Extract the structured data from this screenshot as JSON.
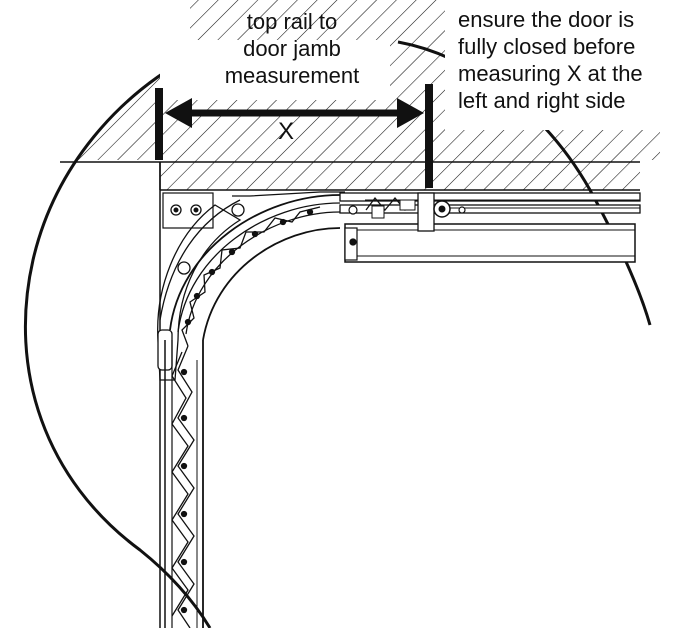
{
  "annotations": {
    "measurement_label": [
      "top rail to",
      "door jamb",
      "measurement"
    ],
    "instruction_note": [
      "ensure the door is",
      "fully closed before",
      "measuring X at the",
      "left and right side"
    ],
    "dimension_symbol": "X"
  },
  "colors": {
    "line": "#111111",
    "background": "#ffffff"
  }
}
